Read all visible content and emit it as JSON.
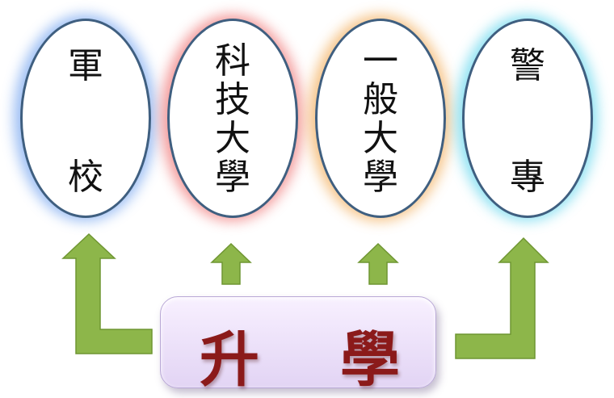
{
  "nodes": [
    {
      "id": "military-school",
      "chars": [
        "軍",
        "校"
      ],
      "glow": "#7aa8f0"
    },
    {
      "id": "tech-university",
      "chars": [
        "科",
        "技",
        "大",
        "學"
      ],
      "glow": "#f07a7a"
    },
    {
      "id": "general-university",
      "chars": [
        "一",
        "般",
        "大",
        "學"
      ],
      "glow": "#f3b060"
    },
    {
      "id": "police-college",
      "chars": [
        "警",
        "專"
      ],
      "glow": "#6ad8ee"
    }
  ],
  "center": {
    "left": "升",
    "right": "學",
    "color": "#8b1a1a"
  },
  "colors": {
    "oval_border": "#3f5f80",
    "arrow_fill": "#8db64a",
    "arrow_stroke": "#6f9632"
  }
}
